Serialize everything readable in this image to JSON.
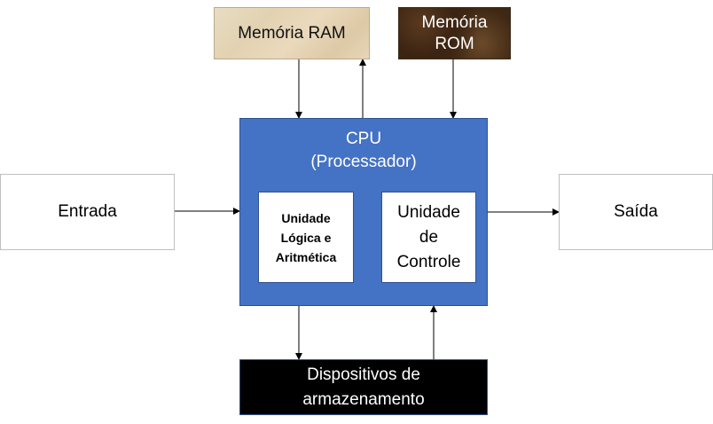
{
  "nodes": {
    "ram": {
      "label": "Memória RAM"
    },
    "rom": {
      "line1": "Memória",
      "line2": "ROM"
    },
    "cpu": {
      "line1": "CPU",
      "line2": "(Processador)"
    },
    "alu": {
      "line1": "Unidade",
      "line2": "Lógica e",
      "line3": "Aritmética"
    },
    "control": {
      "line1": "Unidade",
      "line2": "de",
      "line3": "Controle"
    },
    "input": {
      "label": "Entrada"
    },
    "output": {
      "label": "Saída"
    },
    "storage": {
      "line1": "Dispositivos de",
      "line2": "armazenamento"
    }
  },
  "edges": [
    {
      "from": "Memória RAM",
      "to": "CPU (Processador)"
    },
    {
      "from": "CPU (Processador)",
      "to": "Memória RAM"
    },
    {
      "from": "Memória ROM",
      "to": "CPU (Processador)"
    },
    {
      "from": "Entrada",
      "to": "CPU (Processador)"
    },
    {
      "from": "CPU (Processador)",
      "to": "Saída"
    },
    {
      "from": "CPU (Processador)",
      "to": "Dispositivos de armazenamento"
    },
    {
      "from": "Dispositivos de armazenamento",
      "to": "CPU (Processador)"
    }
  ],
  "colors": {
    "cpu_fill": "#4472c4",
    "cpu_border": "#2f528f",
    "storage_fill": "#000000",
    "arrow": "#000000"
  }
}
